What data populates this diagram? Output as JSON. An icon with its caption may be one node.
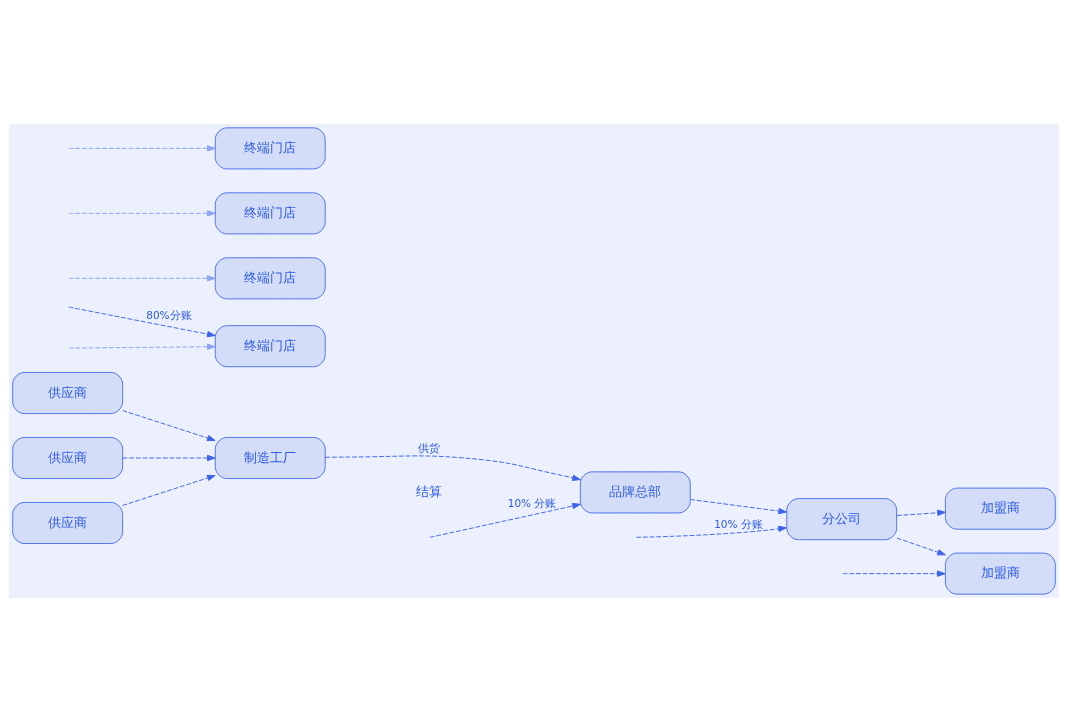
{
  "diagram": {
    "nodes": [
      {
        "text": [
          "供应商"
        ]
      },
      {
        "text": [
          "供应商"
        ]
      },
      {
        "text": [
          "供应商"
        ]
      },
      {
        "text": [
          "制造工厂"
        ]
      },
      {
        "text": [
          "品牌总部"
        ]
      },
      {
        "text": [
          "终端门店"
        ]
      },
      {
        "text": [
          "终端门店"
        ]
      },
      {
        "text": [
          "终端门店"
        ]
      },
      {
        "text": [
          "终端门店"
        ]
      },
      {
        "text": [
          "加盟商"
        ]
      },
      {
        "text": [
          "加盟商"
        ]
      },
      {
        "text": [
          "分公司"
        ]
      }
    ],
    "edges": [
      {
        "from": 0,
        "to": 3,
        "arrow": "to",
        "style": "dashed"
      },
      {
        "from": 1,
        "to": 3,
        "arrow": "to",
        "style": "dashed"
      },
      {
        "from": 2,
        "to": 3,
        "arrow": "to",
        "style": "dashed"
      },
      {
        "from": 3,
        "to": 4,
        "arrow": "to",
        "label": "供货",
        "style": "dashed"
      },
      {
        "from": 4,
        "to": 11,
        "arrow": "to",
        "style": "dashed"
      },
      {
        "from": null,
        "to": 4,
        "arrow": "to",
        "label": "10% 分账",
        "style": "dashed"
      },
      {
        "from": null,
        "to": 5,
        "arrow": "to",
        "label": "80%分账",
        "style": "dashed"
      },
      {
        "from": null,
        "to": 9,
        "arrow": "to",
        "style": "dashed"
      },
      {
        "from": null,
        "to": 11,
        "arrow": "to",
        "label": "10% 分账",
        "style": "dashed"
      },
      {
        "from": 11,
        "to": 9,
        "arrow": "to",
        "style": "dashed"
      },
      {
        "from": 11,
        "to": 10,
        "arrow": "to",
        "style": "dashed"
      },
      {
        "from": null,
        "to": 5,
        "arrow": "to",
        "style": "dashed",
        "color": "#8aa4f0"
      },
      {
        "from": null,
        "to": 6,
        "arrow": "to",
        "style": "dashed",
        "color": "#8aa4f0"
      },
      {
        "from": null,
        "to": 7,
        "arrow": "to",
        "style": "dashed",
        "color": "#8aa4f0"
      },
      {
        "from": null,
        "to": 8,
        "arrow": "to",
        "style": "dashed",
        "color": "#8aa4f0"
      }
    ],
    "labels": [
      "结算"
    ]
  }
}
